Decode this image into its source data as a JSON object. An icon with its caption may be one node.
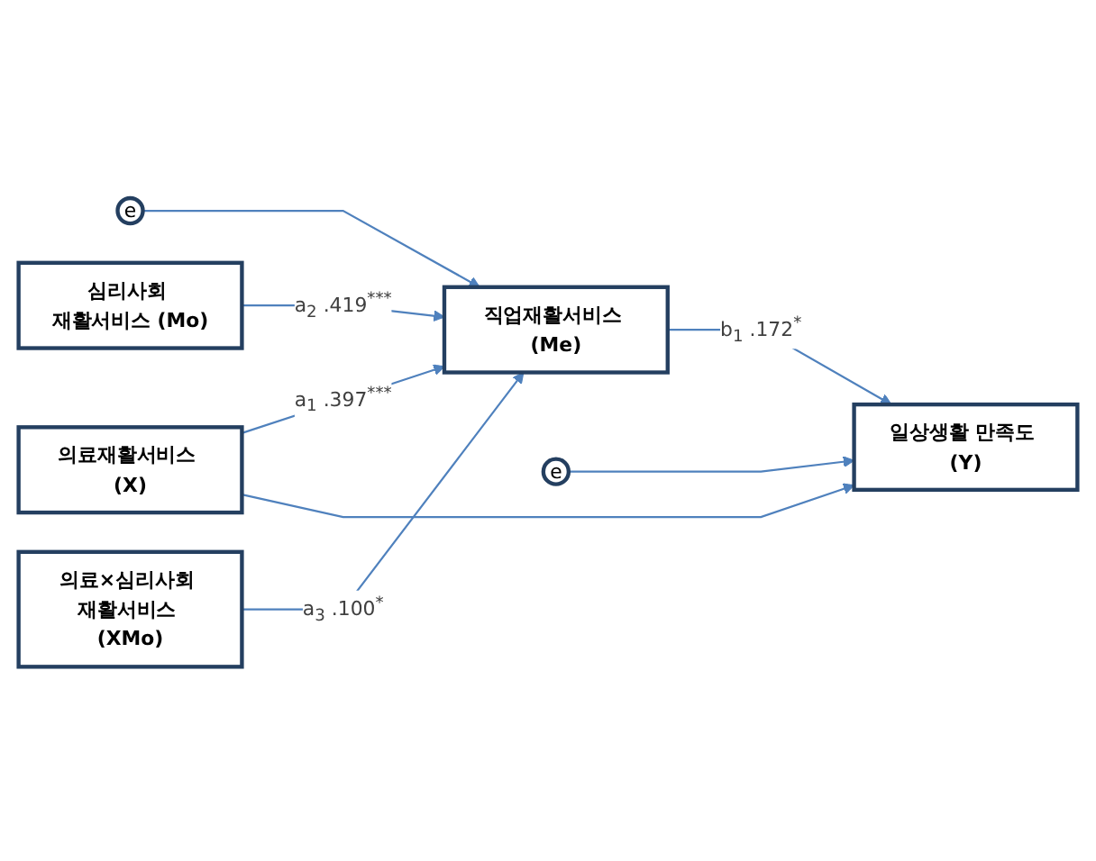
{
  "diagram": {
    "nodes": [
      {
        "text": [
          "e"
        ]
      },
      {
        "text": [
          "직업재활서비스 (Me)"
        ]
      },
      {
        "text": [
          "e"
        ]
      },
      {
        "text": [
          "의료재활서비스 (X)"
        ]
      },
      {
        "text": [
          "일상생활 만족도 (Y)"
        ]
      },
      {
        "text": [
          "심리사회 재활서비스 (Mo)"
        ]
      },
      {
        "text": [
          "의료×심리사회 재활서비스 (XMo)"
        ]
      }
    ],
    "edges": [
      {
        "from": 0,
        "to": 1,
        "arrow": "to"
      },
      {
        "from": 3,
        "to": 1,
        "arrow": "to",
        "label": "a$_{1}$ .397$^{***}$"
      },
      {
        "from": 1,
        "to": 4,
        "arrow": "to",
        "label": "b$_{1}$ .172$^{*}$"
      },
      {
        "from": 2,
        "to": 4,
        "arrow": "to"
      },
      {
        "from": 3,
        "to": 4,
        "arrow": "to"
      },
      {
        "from": 5,
        "to": 1,
        "arrow": "to",
        "label": "a$_{2}$ .419$^{***}$"
      },
      {
        "from": 6,
        "to": 1,
        "arrow": "to",
        "label": "a$_{3}$ .100$^{*}$"
      }
    ]
  }
}
